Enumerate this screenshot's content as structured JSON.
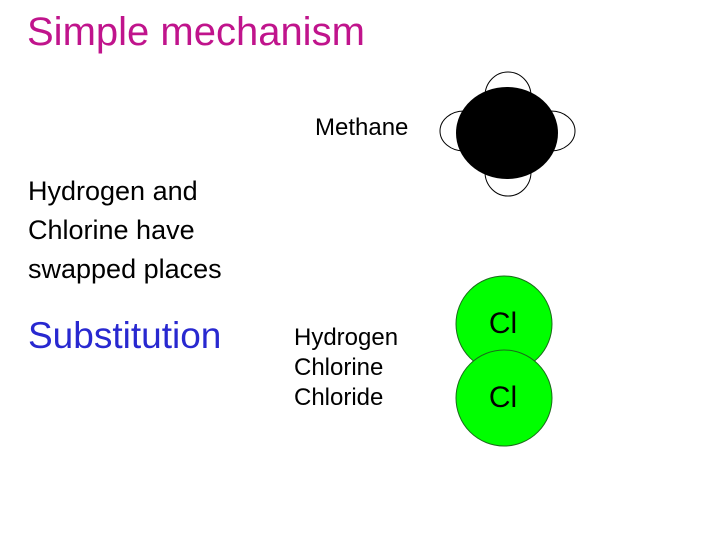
{
  "title": "Simple mechanism",
  "methane_label": "Methane",
  "description": "Hydrogen and Chlorine have swapped places",
  "reaction_type": "Substitution",
  "labels": {
    "hydrogen": "Hydrogen",
    "chlorine": "Chlorine",
    "chloride": "Chloride"
  },
  "chlorine_atoms": [
    "Cl",
    "Cl"
  ],
  "colors": {
    "title": "#c0148c",
    "substitution": "#2828d0",
    "chlorine": "#00ff00",
    "carbon": "#000000"
  }
}
